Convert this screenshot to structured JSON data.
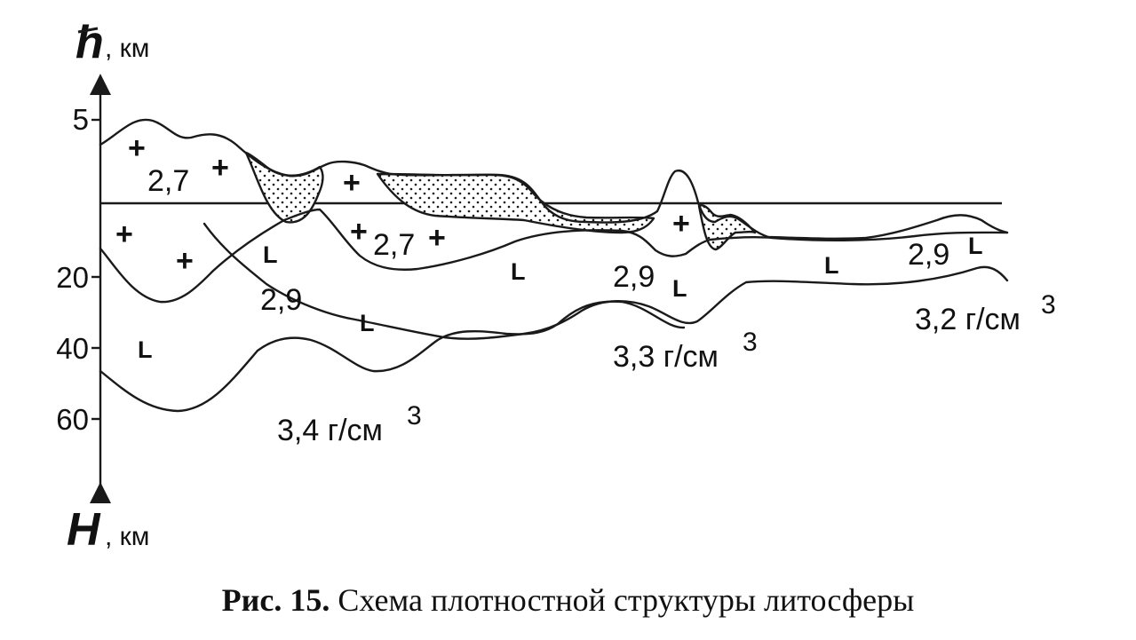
{
  "axis": {
    "top_title": "h",
    "top_unit": ", км",
    "bottom_title": "H",
    "bottom_unit": ", км",
    "ticks": [
      "5",
      "20",
      "40",
      "60"
    ]
  },
  "labels": {
    "d27_upper": "2,7",
    "d27_lower": "2,7",
    "d29_left": "2,9",
    "d29_mid": "2,9",
    "d29_right": "2,9",
    "d32": "3,2 г/см",
    "d33": "3,3 г/см",
    "d34": "3,4 г/см",
    "exp3": "3",
    "basalt": "L",
    "granite": "+"
  },
  "caption": {
    "number": "Рис. 15.",
    "text": "Схема плотностной структуры литосферы"
  },
  "colors": {
    "ink": "#1a1a1a",
    "background": "#ffffff"
  }
}
